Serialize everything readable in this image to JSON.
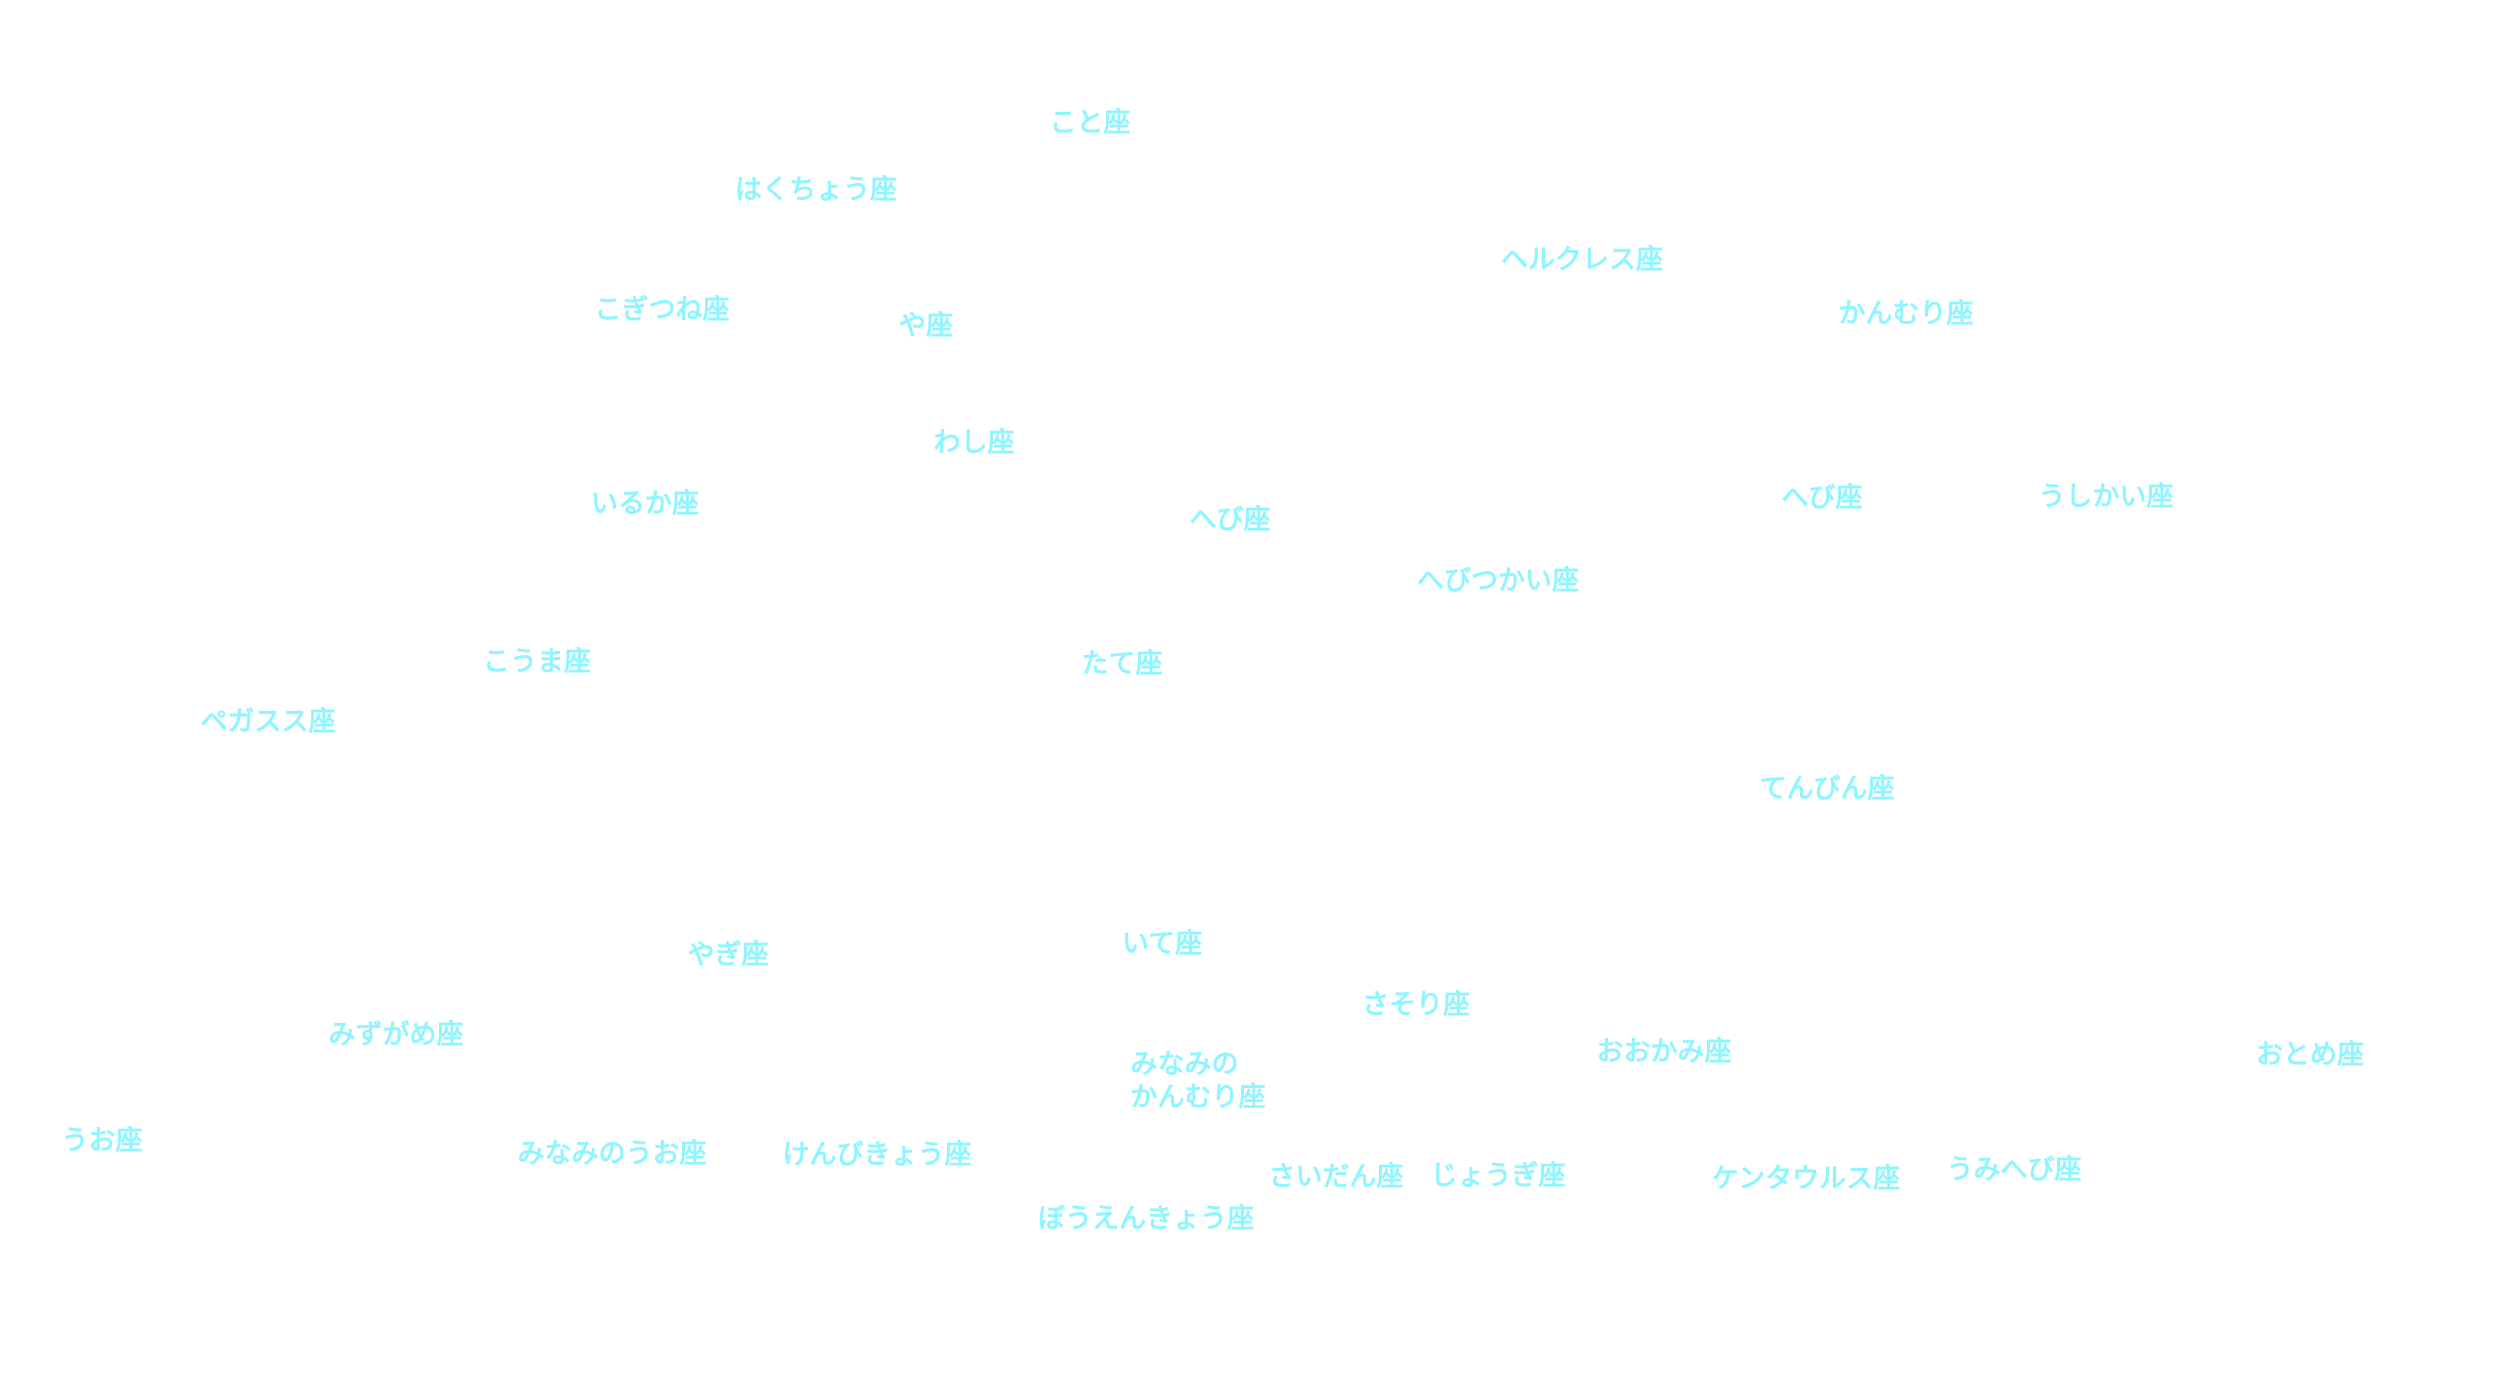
{
  "label_color": "#8ff5ff",
  "background_color": "#ffffff",
  "constellations": [
    {
      "id": "lyra",
      "name": "こと座"
    },
    {
      "id": "cygnus",
      "name": "はくちょう座"
    },
    {
      "id": "hercules",
      "name": "ヘルクレス座"
    },
    {
      "id": "corona-borealis",
      "name": "かんむり座"
    },
    {
      "id": "vulpecula",
      "name": "こぎつね座"
    },
    {
      "id": "sagitta",
      "name": "や座"
    },
    {
      "id": "aquila",
      "name": "わし座"
    },
    {
      "id": "delphinus",
      "name": "いるか座"
    },
    {
      "id": "serpens-cauda",
      "name": "へび座"
    },
    {
      "id": "serpens-caput",
      "name": "へび座"
    },
    {
      "id": "bootes",
      "name": "うしかい座"
    },
    {
      "id": "ophiuchus",
      "name": "へびつかい座"
    },
    {
      "id": "equuleus",
      "name": "こうま座"
    },
    {
      "id": "scutum",
      "name": "たて座"
    },
    {
      "id": "pegasus",
      "name": "ペガスス座"
    },
    {
      "id": "libra",
      "name": "てんびん座"
    },
    {
      "id": "capricornus",
      "name": "やぎ座"
    },
    {
      "id": "sagittarius",
      "name": "いて座"
    },
    {
      "id": "scorpius",
      "name": "さそり座"
    },
    {
      "id": "aquarius",
      "name": "みずがめ座"
    },
    {
      "id": "lupus",
      "name": "おおかみ座"
    },
    {
      "id": "virgo",
      "name": "おとめ座"
    },
    {
      "id": "corona-australis",
      "name": "みなみの\nかんむり座"
    },
    {
      "id": "pisces",
      "name": "うお座"
    },
    {
      "id": "piscis-austrinus",
      "name": "みなみのうお座"
    },
    {
      "id": "microscopium",
      "name": "けんびきょう座"
    },
    {
      "id": "ara",
      "name": "さいだん座"
    },
    {
      "id": "norma",
      "name": "じょうぎ座"
    },
    {
      "id": "centaurus",
      "name": "ケンタウルス座"
    },
    {
      "id": "hydra",
      "name": "うみへび座"
    },
    {
      "id": "telescopium",
      "name": "ぼうえんきょう座"
    }
  ]
}
